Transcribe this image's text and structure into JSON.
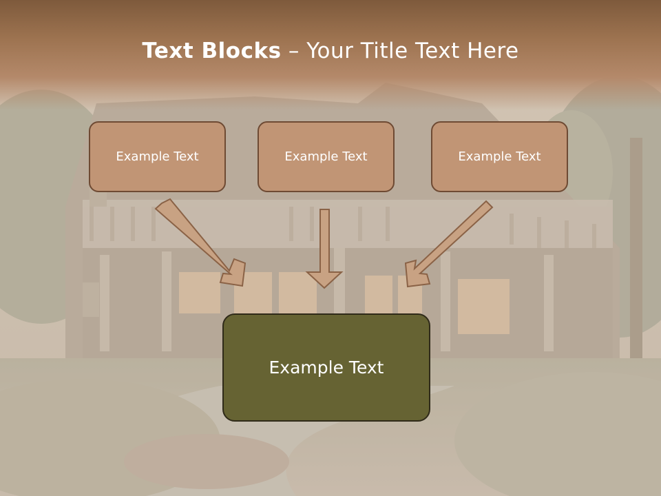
{
  "title": {
    "bold": "Text Blocks",
    "dash": " – ",
    "rest": "Your Title Text Here"
  },
  "boxes": [
    {
      "label": "Example Text"
    },
    {
      "label": "Example Text"
    },
    {
      "label": "Example Text"
    }
  ],
  "main_box": {
    "label": "Example Text"
  },
  "colors": {
    "title_bar": "#9d7350",
    "box_fill": "#c19575",
    "box_border": "#6e4a33",
    "main_fill": "#666333",
    "arrow_fill": "#c8a283"
  }
}
